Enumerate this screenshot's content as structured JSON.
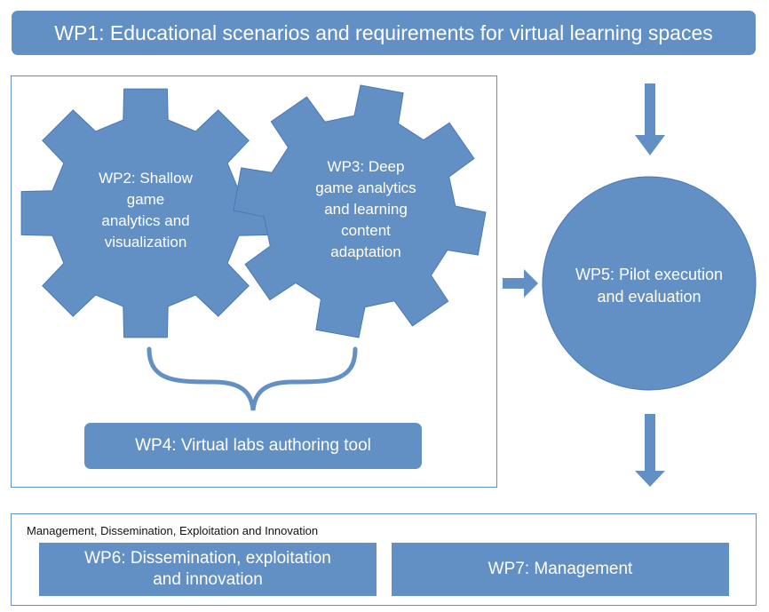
{
  "wp1": {
    "label": "WP1: Educational scenarios and requirements for virtual learning spaces"
  },
  "wp2": {
    "lines": [
      "WP2: Shallow",
      "game",
      "analytics and",
      "visualization"
    ]
  },
  "wp3": {
    "lines": [
      "WP3: Deep",
      "game analytics",
      "and learning",
      "content",
      "adaptation"
    ]
  },
  "wp4": {
    "label": "WP4: Virtual labs authoring tool"
  },
  "wp5": {
    "lines": [
      "WP5: Pilot execution",
      "and evaluation"
    ]
  },
  "management": {
    "heading": "Management, Dissemination, Exploitation and Innovation",
    "wp6": {
      "line1": "WP6: Dissemination, exploitation",
      "line2": "and innovation"
    },
    "wp7": {
      "label": "WP7: Management"
    }
  },
  "colors": {
    "fill": "#628fc4",
    "stroke": "#3f6ea5",
    "text": "#ffffff"
  }
}
